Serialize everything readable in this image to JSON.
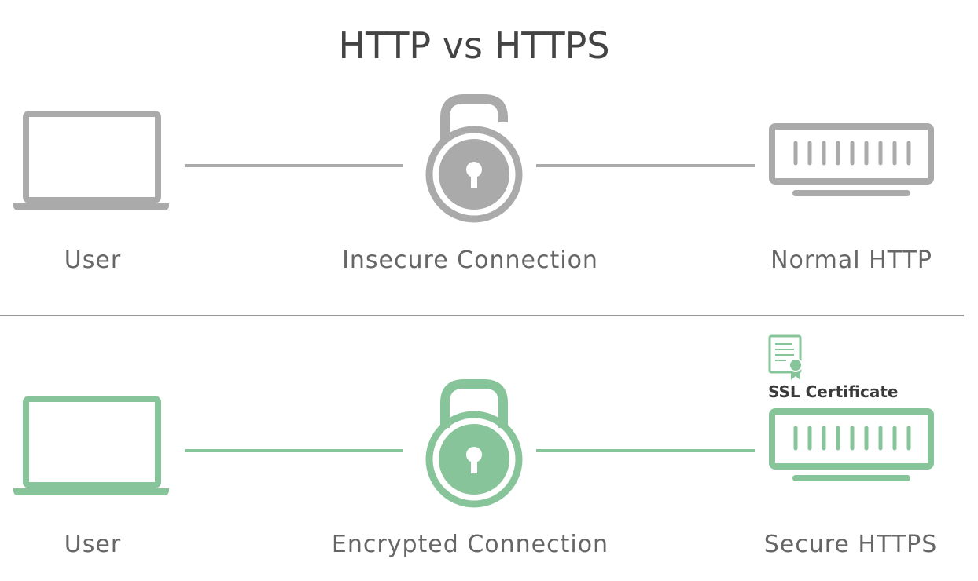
{
  "title": "HTTP vs HTTPS",
  "colors": {
    "insecure": "#aaaaaa",
    "secure": "#88c49a",
    "text": "#666666",
    "title": "#444444"
  },
  "http_row": {
    "user_label": "User",
    "connection_label": "Insecure Connection",
    "server_label": "Normal HTTP",
    "icons": [
      "laptop-icon",
      "unlocked-padlock-icon",
      "server-icon"
    ]
  },
  "https_row": {
    "user_label": "User",
    "connection_label": "Encrypted Connection",
    "server_label": "Secure HTTPS",
    "certificate_label": "SSL Certificate",
    "icons": [
      "laptop-icon",
      "locked-padlock-icon",
      "certificate-icon",
      "server-icon"
    ]
  }
}
